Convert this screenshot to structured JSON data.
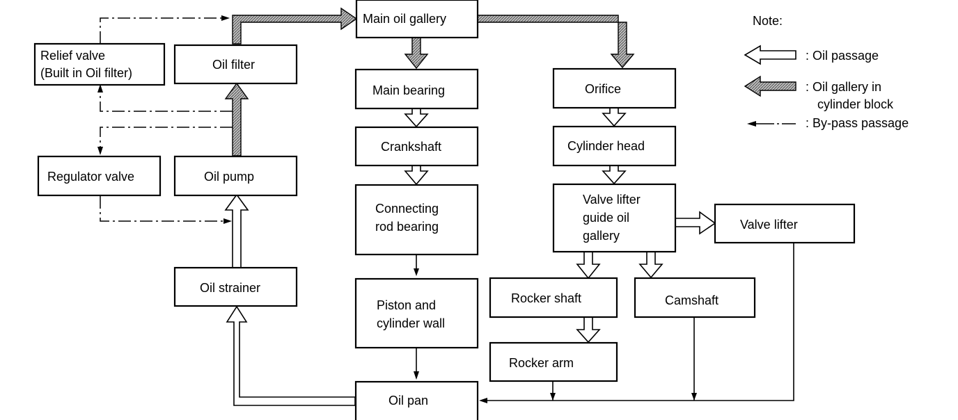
{
  "boxes": {
    "main_oil_gallery": "Main oil gallery",
    "relief_valve": [
      "Relief valve",
      "(Built in Oil filter)"
    ],
    "oil_filter": "Oil filter",
    "regulator_valve": "Regulator valve",
    "oil_pump": "Oil pump",
    "oil_strainer": "Oil strainer",
    "main_bearing": "Main bearing",
    "crankshaft": "Crankshaft",
    "connecting_rod_bearing": [
      "Connecting",
      "rod bearing"
    ],
    "piston_cylinder_wall": [
      "Piston and",
      "cylinder wall"
    ],
    "oil_pan": "Oil pan",
    "orifice": "Orifice",
    "cylinder_head": "Cylinder head",
    "valve_lifter_guide": [
      "Valve lifter",
      "guide oil",
      "gallery"
    ],
    "valve_lifter": "Valve lifter",
    "rocker_shaft": "Rocker shaft",
    "camshaft": "Camshaft",
    "rocker_arm": "Rocker arm"
  },
  "legend": {
    "title": "Note:",
    "items": [
      {
        "symbol": "oil-passage-arrow",
        "label": [
          ": Oil passage"
        ]
      },
      {
        "symbol": "oil-gallery-arrow",
        "label": [
          ": Oil gallery in",
          "cylinder block"
        ]
      },
      {
        "symbol": "bypass-arrow",
        "label": [
          ": By-pass passage"
        ]
      }
    ]
  }
}
